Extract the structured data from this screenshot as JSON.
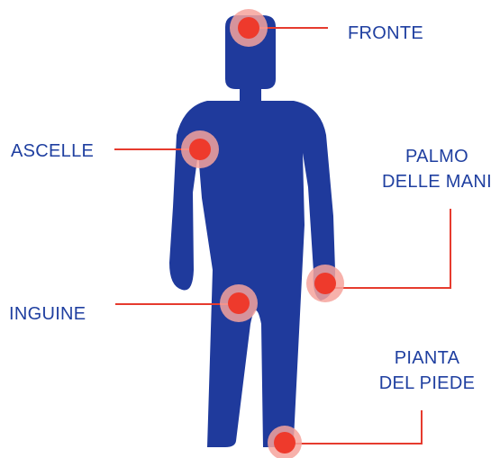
{
  "colors": {
    "body": "#1f3a9c",
    "marker": "#ee3a2c",
    "marker_halo": "#f6a39c",
    "leader_line": "#e63b2e",
    "label_text": "#1f3fa0"
  },
  "labels": {
    "fronte": "FRONTE",
    "ascelle": "ASCELLE",
    "palmo_line1": "PALMO",
    "palmo_line2": "DELLE MANI",
    "inguine": "INGUINE",
    "pianta_line1": "PIANTA",
    "pianta_line2": "DEL PIEDE"
  }
}
